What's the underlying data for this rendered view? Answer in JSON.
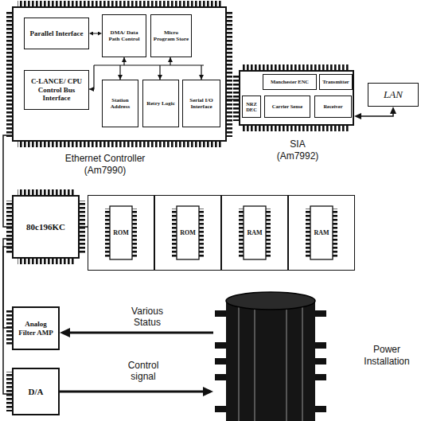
{
  "diagram": {
    "nodes": [
      {
        "text": [
          "Ethernet Controller (Am7990)"
        ]
      },
      {
        "text": [
          "Parallel Interface"
        ],
        "in": 0
      },
      {
        "text": [
          "DMA/ Data Path Control"
        ],
        "in": 0
      },
      {
        "text": [
          "Micro Program Store"
        ],
        "in": 0
      },
      {
        "text": [
          "C-LANCE/ CPU Control Bus Interface"
        ],
        "in": 0
      },
      {
        "text": [
          "Station Address"
        ],
        "in": 0
      },
      {
        "text": [
          "Retry Logic"
        ],
        "in": 0
      },
      {
        "text": [
          "Serial I/O Interface"
        ],
        "in": 0
      },
      {
        "text": [
          "SIA (Am7992)"
        ]
      },
      {
        "text": [
          "Manchester ENC"
        ],
        "in": 8
      },
      {
        "text": [
          "Transmitter"
        ],
        "in": 8
      },
      {
        "text": [
          "NRZ DEC"
        ],
        "in": 8
      },
      {
        "text": [
          "Carrier Sense"
        ],
        "in": 8
      },
      {
        "text": [
          "Receiver"
        ],
        "in": 8
      },
      {
        "text": [
          "LAN"
        ]
      },
      {
        "text": [
          "80c196KC"
        ]
      },
      {
        "text": [
          "ROM"
        ]
      },
      {
        "text": [
          "ROM"
        ]
      },
      {
        "text": [
          "RAM"
        ]
      },
      {
        "text": [
          "RAM"
        ]
      },
      {
        "text": [
          "Analog Filter AMP"
        ]
      },
      {
        "text": [
          "D/A"
        ]
      },
      {
        "text": [
          "Power Installation"
        ]
      }
    ],
    "edges": [
      {
        "from": 0,
        "to": 8,
        "arrow": "none"
      },
      {
        "from": 8,
        "to": 14,
        "arrow": "both"
      },
      {
        "from": 1,
        "to": 2,
        "arrow": "both"
      },
      {
        "from": 0,
        "to": 15,
        "arrow": "none"
      },
      {
        "from": 15,
        "to": 16,
        "arrow": "none"
      },
      {
        "from": 15,
        "to": 20,
        "arrow": "none"
      },
      {
        "from": 15,
        "to": 21,
        "arrow": "none"
      },
      {
        "from": 22,
        "to": 20,
        "label": "Various Status",
        "arrow": "to"
      },
      {
        "from": 21,
        "to": 22,
        "label": "Control signal",
        "arrow": "to"
      }
    ]
  }
}
